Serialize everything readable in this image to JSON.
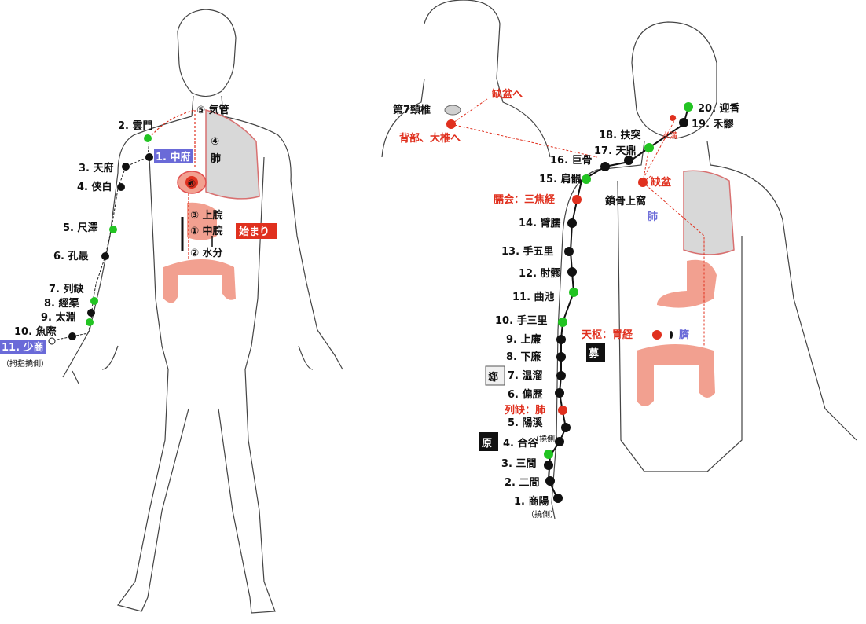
{
  "colors": {
    "yin_point": "#22c422",
    "yang_point": "#111111",
    "special_point": "#e0301e",
    "organ_lung": "#d8d8d8",
    "organ_pink": "#f2a090",
    "label_red": "#e0301e",
    "label_blue": "#6a6ad8"
  },
  "left": {
    "organs": {
      "trachea": "⑤ 気管",
      "lung": "④",
      "lung_name": "肺",
      "heart": "⑥",
      "jokan": "③ 上脘",
      "chukan": "① 中脘",
      "suibun": "② 水分",
      "start": "始まり"
    },
    "points": [
      {
        "id": "p1",
        "label": "1. 中府"
      },
      {
        "id": "p2",
        "label": "2. 雲門"
      },
      {
        "id": "p3",
        "label": "3. 天府"
      },
      {
        "id": "p4",
        "label": "4. 侠白"
      },
      {
        "id": "p5",
        "label": "5. 尺澤"
      },
      {
        "id": "p6",
        "label": "6. 孔最"
      },
      {
        "id": "p7",
        "label": "7. 列缺"
      },
      {
        "id": "p8",
        "label": "8. 經渠"
      },
      {
        "id": "p9",
        "label": "9. 太淵"
      },
      {
        "id": "p10",
        "label": "10. 魚際"
      },
      {
        "id": "p11",
        "label": "11. 少商"
      }
    ],
    "note": "（拇指撓側）"
  },
  "right": {
    "top": {
      "c7": "第7頸椎",
      "ketsubon_to": "缺盆へ",
      "back": "背部、大椎へ"
    },
    "points": [
      {
        "id": "q20",
        "label": "20. 迎香"
      },
      {
        "id": "q19",
        "label": "19. 禾髎"
      },
      {
        "id": "q18",
        "label": "18. 扶突"
      },
      {
        "id": "q17",
        "label": "17. 天鼎"
      },
      {
        "id": "q16",
        "label": "16. 巨骨"
      },
      {
        "id": "q15",
        "label": "15. 肩髃"
      },
      {
        "id": "q14",
        "label": "14. 臂臑"
      },
      {
        "id": "q13",
        "label": "13. 手五里"
      },
      {
        "id": "q12",
        "label": "12. 肘髎"
      },
      {
        "id": "q11",
        "label": "11. 曲池"
      },
      {
        "id": "q10",
        "label": "10. 手三里"
      },
      {
        "id": "q9",
        "label": "9. 上廉"
      },
      {
        "id": "q8",
        "label": "8. 下廉"
      },
      {
        "id": "q7",
        "label": "7. 温溜"
      },
      {
        "id": "q6",
        "label": "6. 偏歴"
      },
      {
        "id": "q5",
        "label": "5. 陽溪"
      },
      {
        "id": "q4",
        "label": "4. 合谷"
      },
      {
        "id": "q3",
        "label": "3. 三間"
      },
      {
        "id": "q2",
        "label": "2. 二間"
      },
      {
        "id": "q1",
        "label": "1. 商陽"
      }
    ],
    "others": {
      "suiko": "水溝",
      "ketsubon": "缺盆",
      "sakotsu": "鎖骨上窩",
      "lung": "肺",
      "jue": "臑会：三焦経",
      "rekketsu": "列缺：肺",
      "tensu": "天枢：胃経",
      "navel": "臍",
      "side1": "（撓側）",
      "side2": "（撓側）"
    },
    "badges": {
      "bo": "募",
      "geki": "郄",
      "gen": "原"
    }
  }
}
